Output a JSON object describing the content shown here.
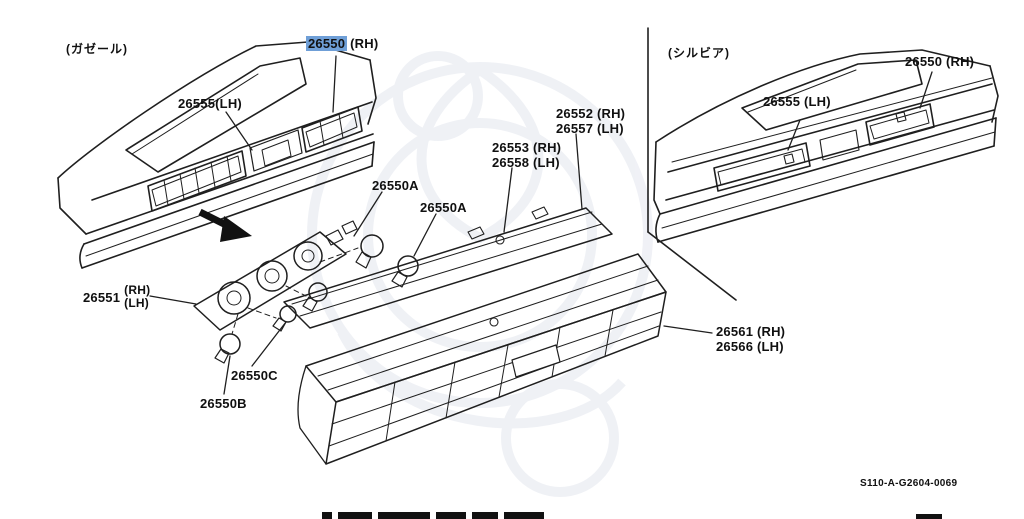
{
  "palette": {
    "line_color": "#1f1f1f",
    "highlight_color": "#6f9fd7",
    "background": "#ffffff",
    "watermark_color": "#edeff4"
  },
  "diagram": {
    "left_section_label": "(ガゼール)",
    "right_section_label": "(シルビア)",
    "drawing_code": "S110-A-G2604-0069",
    "labels": {
      "gazelle_26555": "26555(LH)",
      "gazelle_26550_number": "26550",
      "gazelle_26550_side": "(RH)",
      "bulb_a_upper": "26550A",
      "bulb_a_lower": "26550A",
      "harness_26551_number": "26551",
      "harness_26551_rh": "(RH)",
      "harness_26551_lh": "(LH)",
      "bulb_c": "26550C",
      "bulb_b": "26550B",
      "body_26552": "26552 (RH)",
      "body_26557": "26557 (LH)",
      "packing_26553": "26553 (RH)",
      "packing_26558": "26558 (LH)",
      "lens_26561": "26561 (RH)",
      "lens_26566": "26566 (LH)",
      "silvia_26555": "26555 (LH)",
      "silvia_26550": "26550 (RH)"
    }
  }
}
